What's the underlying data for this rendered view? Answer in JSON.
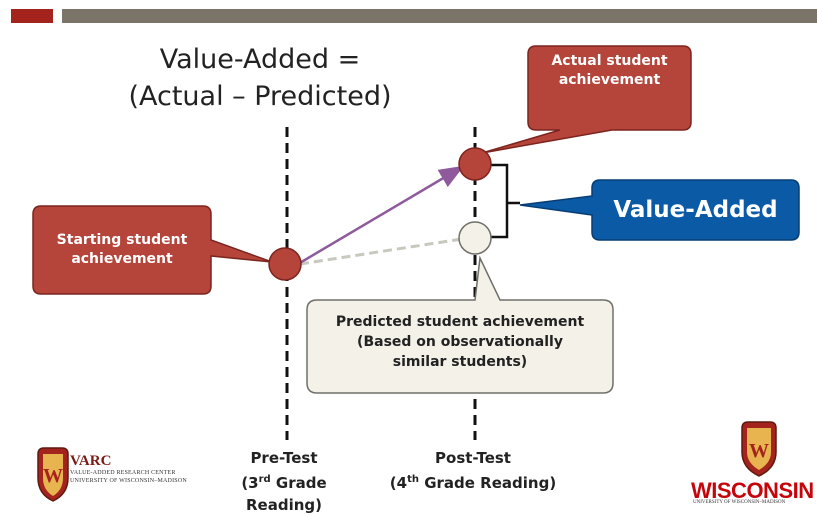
{
  "formula": {
    "line1": "Value-Added =",
    "line2": "(Actual – Predicted)"
  },
  "callouts": {
    "actual": [
      "Actual student",
      "achievement"
    ],
    "starting": [
      "Starting student",
      "achievement"
    ],
    "value_added": "Value-Added",
    "predicted": [
      "Predicted student achievement",
      "(Based on observationally",
      "similar students)"
    ]
  },
  "axis_labels": {
    "pre_title": "Pre-Test",
    "pre_open": "(3",
    "pre_sup": "rd",
    "pre_rest": " Grade Reading)",
    "post_title": "Post-Test",
    "post_open": "(4",
    "post_sup": "th",
    "post_rest": " Grade Reading)"
  },
  "logos": {
    "varc_name": "VARC",
    "varc_line1": "VALUE-ADDED RESEARCH CENTER",
    "varc_line2": "UNIVERSITY OF WISCONSIN–MADISON",
    "wisconsin": "WISCONSIN",
    "wisconsin_sub": "UNIVERSITY OF WISCONSIN–MADISON",
    "crest_letter": "W"
  },
  "colors": {
    "callout_red": "#b5443a",
    "callout_blue": "#0a5aa6",
    "predicted_fill": "#f4f1e8",
    "arrow_purple": "#8e5a9c",
    "dashed_grey": "#c8c8bf",
    "top_bar_red": "#a4231d",
    "top_bar_grey": "#7a7568",
    "brand_red": "#c5050c"
  }
}
